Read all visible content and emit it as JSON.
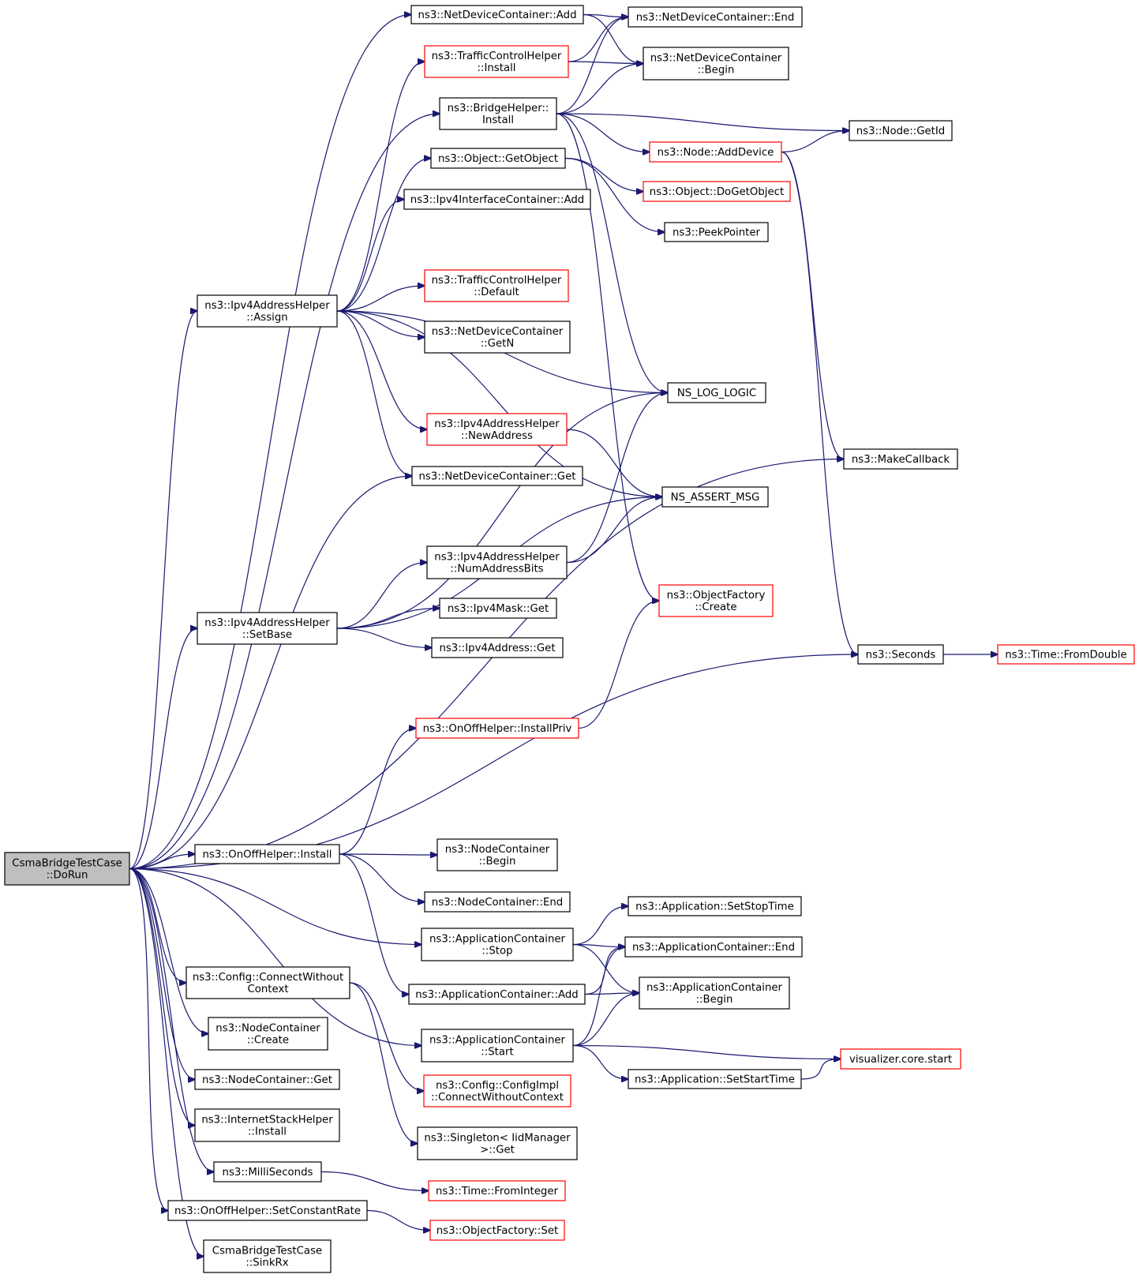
{
  "nodes": [
    {
      "id": "root",
      "name": "call-graph-node-csmabridgetestcase-dorun",
      "lines": [
        "CsmaBridgeTestCase",
        "::DoRun"
      ],
      "style": "root"
    },
    {
      "id": "ndc_add",
      "name": "call-graph-node-netdevicecontainer-add",
      "lines": [
        "ns3::NetDeviceContainer::Add"
      ],
      "style": "black"
    },
    {
      "id": "ndc_end",
      "name": "call-graph-node-netdevicecontainer-end",
      "lines": [
        "ns3::NetDeviceContainer::End"
      ],
      "style": "black"
    },
    {
      "id": "tch_install",
      "name": "call-graph-node-trafficcontrolhelper-install",
      "lines": [
        "ns3::TrafficControlHelper",
        "::Install"
      ],
      "style": "red"
    },
    {
      "id": "ndc_begin",
      "name": "call-graph-node-netdevicecontainer-begin",
      "lines": [
        "ns3::NetDeviceContainer",
        "::Begin"
      ],
      "style": "black"
    },
    {
      "id": "bridge_install",
      "name": "call-graph-node-bridgehelper-install",
      "lines": [
        "ns3::BridgeHelper::",
        "Install"
      ],
      "style": "black"
    },
    {
      "id": "node_getid",
      "name": "call-graph-node-node-getid",
      "lines": [
        "ns3::Node::GetId"
      ],
      "style": "black"
    },
    {
      "id": "node_adddevice",
      "name": "call-graph-node-node-adddevice",
      "lines": [
        "ns3::Node::AddDevice"
      ],
      "style": "red"
    },
    {
      "id": "obj_getobject",
      "name": "call-graph-node-object-getobject",
      "lines": [
        "ns3::Object::GetObject"
      ],
      "style": "black"
    },
    {
      "id": "obj_dogetobject",
      "name": "call-graph-node-object-dogetobject",
      "lines": [
        "ns3::Object::DoGetObject"
      ],
      "style": "red"
    },
    {
      "id": "ipv4ic_add",
      "name": "call-graph-node-ipv4interfacecontainer-add",
      "lines": [
        "ns3::Ipv4InterfaceContainer::Add"
      ],
      "style": "black"
    },
    {
      "id": "peekpointer",
      "name": "call-graph-node-peekpointer",
      "lines": [
        "ns3::PeekPointer"
      ],
      "style": "black"
    },
    {
      "id": "tch_default",
      "name": "call-graph-node-trafficcontrolhelper-default",
      "lines": [
        "ns3::TrafficControlHelper",
        "::Default"
      ],
      "style": "red"
    },
    {
      "id": "ipv4ah_assign",
      "name": "call-graph-node-ipv4addresshelper-assign",
      "lines": [
        "ns3::Ipv4AddressHelper",
        "::Assign"
      ],
      "style": "black"
    },
    {
      "id": "ndc_getn",
      "name": "call-graph-node-netdevicecontainer-getn",
      "lines": [
        "ns3::NetDeviceContainer",
        "::GetN"
      ],
      "style": "black"
    },
    {
      "id": "ns_log_logic",
      "name": "call-graph-node-ns-log-logic",
      "lines": [
        "NS_LOG_LOGIC"
      ],
      "style": "black"
    },
    {
      "id": "ipv4ah_newaddress",
      "name": "call-graph-node-ipv4addresshelper-newaddress",
      "lines": [
        "ns3::Ipv4AddressHelper",
        "::NewAddress"
      ],
      "style": "red"
    },
    {
      "id": "makecallback",
      "name": "call-graph-node-makecallback",
      "lines": [
        "ns3::MakeCallback"
      ],
      "style": "black"
    },
    {
      "id": "ndc_get",
      "name": "call-graph-node-netdevicecontainer-get",
      "lines": [
        "ns3::NetDeviceContainer::Get"
      ],
      "style": "black"
    },
    {
      "id": "ns_assert_msg",
      "name": "call-graph-node-ns-assert-msg",
      "lines": [
        "NS_ASSERT_MSG"
      ],
      "style": "black"
    },
    {
      "id": "ipv4ah_numaddressbits",
      "name": "call-graph-node-ipv4addresshelper-numaddressbits",
      "lines": [
        "ns3::Ipv4AddressHelper",
        "::NumAddressBits"
      ],
      "style": "black"
    },
    {
      "id": "objfactory_create",
      "name": "call-graph-node-objectfactory-create",
      "lines": [
        "ns3::ObjectFactory",
        "::Create"
      ],
      "style": "red"
    },
    {
      "id": "ipv4mask_get",
      "name": "call-graph-node-ipv4mask-get",
      "lines": [
        "ns3::Ipv4Mask::Get"
      ],
      "style": "black"
    },
    {
      "id": "ipv4ah_setbase",
      "name": "call-graph-node-ipv4addresshelper-setbase",
      "lines": [
        "ns3::Ipv4AddressHelper",
        "::SetBase"
      ],
      "style": "black"
    },
    {
      "id": "ipv4addr_get",
      "name": "call-graph-node-ipv4address-get",
      "lines": [
        "ns3::Ipv4Address::Get"
      ],
      "style": "black"
    },
    {
      "id": "seconds",
      "name": "call-graph-node-seconds",
      "lines": [
        "ns3::Seconds"
      ],
      "style": "black"
    },
    {
      "id": "time_fromdouble",
      "name": "call-graph-node-time-fromdouble",
      "lines": [
        "ns3::Time::FromDouble"
      ],
      "style": "red"
    },
    {
      "id": "onoff_installpriv",
      "name": "call-graph-node-onoffhelper-installpriv",
      "lines": [
        "ns3::OnOffHelper::InstallPriv"
      ],
      "style": "red"
    },
    {
      "id": "onoff_install",
      "name": "call-graph-node-onoffhelper-install",
      "lines": [
        "ns3::OnOffHelper::Install"
      ],
      "style": "black"
    },
    {
      "id": "nc_begin",
      "name": "call-graph-node-nodecontainer-begin",
      "lines": [
        "ns3::NodeContainer",
        "::Begin"
      ],
      "style": "black"
    },
    {
      "id": "nc_end",
      "name": "call-graph-node-nodecontainer-end",
      "lines": [
        "ns3::NodeContainer::End"
      ],
      "style": "black"
    },
    {
      "id": "app_setstoptime",
      "name": "call-graph-node-application-setstoptime",
      "lines": [
        "ns3::Application::SetStopTime"
      ],
      "style": "black"
    },
    {
      "id": "ac_stop",
      "name": "call-graph-node-applicationcontainer-stop",
      "lines": [
        "ns3::ApplicationContainer",
        "::Stop"
      ],
      "style": "black"
    },
    {
      "id": "ac_end",
      "name": "call-graph-node-applicationcontainer-end",
      "lines": [
        "ns3::ApplicationContainer::End"
      ],
      "style": "black"
    },
    {
      "id": "config_cwc",
      "name": "call-graph-node-config-connectwithoutcontext",
      "lines": [
        "ns3::Config::ConnectWithout",
        "Context"
      ],
      "style": "black"
    },
    {
      "id": "ac_add",
      "name": "call-graph-node-applicationcontainer-add",
      "lines": [
        "ns3::ApplicationContainer::Add"
      ],
      "style": "black"
    },
    {
      "id": "ac_begin",
      "name": "call-graph-node-applicationcontainer-begin",
      "lines": [
        "ns3::ApplicationContainer",
        "::Begin"
      ],
      "style": "black"
    },
    {
      "id": "nc_create",
      "name": "call-graph-node-nodecontainer-create",
      "lines": [
        "ns3::NodeContainer",
        "::Create"
      ],
      "style": "black"
    },
    {
      "id": "ac_start",
      "name": "call-graph-node-applicationcontainer-start",
      "lines": [
        "ns3::ApplicationContainer",
        "::Start"
      ],
      "style": "black"
    },
    {
      "id": "viz_start",
      "name": "call-graph-node-visualizer-core-start",
      "lines": [
        "visualizer.core.start"
      ],
      "style": "red"
    },
    {
      "id": "nc_get",
      "name": "call-graph-node-nodecontainer-get",
      "lines": [
        "ns3::NodeContainer::Get"
      ],
      "style": "black"
    },
    {
      "id": "app_setstarttime",
      "name": "call-graph-node-application-setstarttime",
      "lines": [
        "ns3::Application::SetStartTime"
      ],
      "style": "black"
    },
    {
      "id": "configimpl_cwc",
      "name": "call-graph-node-configimpl-connectwithoutcontext",
      "lines": [
        "ns3::Config::ConfigImpl",
        "::ConnectWithoutContext"
      ],
      "style": "red"
    },
    {
      "id": "ish_install",
      "name": "call-graph-node-internetstackhelper-install",
      "lines": [
        "ns3::InternetStackHelper",
        "::Install"
      ],
      "style": "black"
    },
    {
      "id": "singleton_get",
      "name": "call-graph-node-singleton-iidmanager-get",
      "lines": [
        "ns3::Singleton< IidManager",
        " >::Get"
      ],
      "style": "black"
    },
    {
      "id": "milliseconds",
      "name": "call-graph-node-milliseconds",
      "lines": [
        "ns3::MilliSeconds"
      ],
      "style": "black"
    },
    {
      "id": "time_frominteger",
      "name": "call-graph-node-time-frominteger",
      "lines": [
        "ns3::Time::FromInteger"
      ],
      "style": "red"
    },
    {
      "id": "onoff_setconstantrate",
      "name": "call-graph-node-onoffhelper-setconstantrate",
      "lines": [
        "ns3::OnOffHelper::SetConstantRate"
      ],
      "style": "black"
    },
    {
      "id": "objfactory_set",
      "name": "call-graph-node-objectfactory-set",
      "lines": [
        "ns3::ObjectFactory::Set"
      ],
      "style": "red"
    },
    {
      "id": "sinkrx",
      "name": "call-graph-node-csmabridgetestcase-sinkrx",
      "lines": [
        "CsmaBridgeTestCase",
        "::SinkRx"
      ],
      "style": "black"
    }
  ],
  "edges": [
    [
      "root",
      "ndc_add"
    ],
    [
      "root",
      "bridge_install"
    ],
    [
      "root",
      "ipv4ah_assign"
    ],
    [
      "root",
      "ndc_get"
    ],
    [
      "root",
      "ipv4ah_setbase"
    ],
    [
      "root",
      "makecallback"
    ],
    [
      "root",
      "seconds"
    ],
    [
      "root",
      "onoff_install"
    ],
    [
      "root",
      "ac_stop"
    ],
    [
      "root",
      "ac_start"
    ],
    [
      "root",
      "config_cwc"
    ],
    [
      "root",
      "nc_create"
    ],
    [
      "root",
      "nc_get"
    ],
    [
      "root",
      "ish_install"
    ],
    [
      "root",
      "milliseconds"
    ],
    [
      "root",
      "onoff_setconstantrate"
    ],
    [
      "root",
      "sinkrx"
    ],
    [
      "ndc_add",
      "ndc_end"
    ],
    [
      "ndc_add",
      "ndc_begin"
    ],
    [
      "tch_install",
      "ndc_end"
    ],
    [
      "tch_install",
      "ndc_begin"
    ],
    [
      "bridge_install",
      "ndc_end"
    ],
    [
      "bridge_install",
      "ndc_begin"
    ],
    [
      "bridge_install",
      "node_getid"
    ],
    [
      "bridge_install",
      "node_adddevice"
    ],
    [
      "bridge_install",
      "ns_log_logic"
    ],
    [
      "bridge_install",
      "objfactory_create"
    ],
    [
      "node_adddevice",
      "node_getid"
    ],
    [
      "node_adddevice",
      "makecallback"
    ],
    [
      "node_adddevice",
      "seconds"
    ],
    [
      "obj_getobject",
      "obj_dogetobject"
    ],
    [
      "obj_getobject",
      "peekpointer"
    ],
    [
      "ipv4ah_assign",
      "tch_install"
    ],
    [
      "ipv4ah_assign",
      "obj_getobject"
    ],
    [
      "ipv4ah_assign",
      "ipv4ic_add"
    ],
    [
      "ipv4ah_assign",
      "ns_log_logic"
    ],
    [
      "ipv4ah_assign",
      "tch_default"
    ],
    [
      "ipv4ah_assign",
      "ndc_getn"
    ],
    [
      "ipv4ah_assign",
      "ns_assert_msg"
    ],
    [
      "ipv4ah_assign",
      "ipv4ah_newaddress"
    ],
    [
      "ipv4ah_assign",
      "ndc_get"
    ],
    [
      "ipv4ah_newaddress",
      "ns_assert_msg"
    ],
    [
      "ipv4ah_numaddressbits",
      "ns_log_logic"
    ],
    [
      "ipv4ah_numaddressbits",
      "ns_assert_msg"
    ],
    [
      "ipv4ah_setbase",
      "ns_log_logic"
    ],
    [
      "ipv4ah_setbase",
      "ipv4ah_numaddressbits"
    ],
    [
      "ipv4ah_setbase",
      "ipv4mask_get"
    ],
    [
      "ipv4ah_setbase",
      "ipv4addr_get"
    ],
    [
      "ipv4ah_setbase",
      "ns_assert_msg"
    ],
    [
      "onoff_installpriv",
      "objfactory_create"
    ],
    [
      "seconds",
      "time_fromdouble"
    ],
    [
      "onoff_install",
      "onoff_installpriv"
    ],
    [
      "onoff_install",
      "nc_begin"
    ],
    [
      "onoff_install",
      "nc_end"
    ],
    [
      "onoff_install",
      "ac_add"
    ],
    [
      "ac_stop",
      "app_setstoptime"
    ],
    [
      "ac_stop",
      "ac_end"
    ],
    [
      "ac_stop",
      "ac_begin"
    ],
    [
      "ac_add",
      "ac_end"
    ],
    [
      "ac_add",
      "ac_begin"
    ],
    [
      "ac_start",
      "ac_end"
    ],
    [
      "ac_start",
      "ac_begin"
    ],
    [
      "ac_start",
      "viz_start"
    ],
    [
      "ac_start",
      "app_setstarttime"
    ],
    [
      "app_setstarttime",
      "viz_start"
    ],
    [
      "config_cwc",
      "configimpl_cwc"
    ],
    [
      "config_cwc",
      "singleton_get"
    ],
    [
      "milliseconds",
      "time_frominteger"
    ],
    [
      "onoff_setconstantrate",
      "objfactory_set"
    ]
  ]
}
